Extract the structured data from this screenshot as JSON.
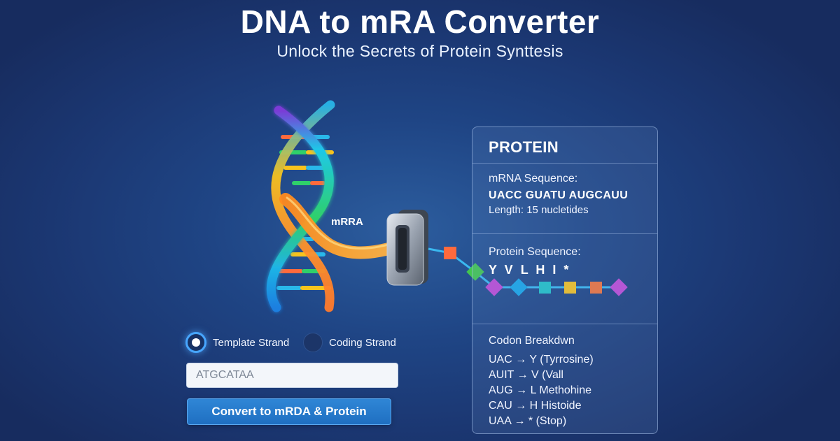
{
  "header": {
    "title": "DNA to mRA Converter",
    "subtitle": "Unlock the Secrets of Protein Synttesis"
  },
  "illustration": {
    "mrna_label": "mRRA"
  },
  "strand_options": [
    {
      "label": "Template Strand",
      "selected": true
    },
    {
      "label": "Coding Strand",
      "selected": false
    }
  ],
  "input": {
    "value": "ATGCATAA"
  },
  "convert_button": {
    "label": "Convert to mRDA & Protein"
  },
  "protein_panel": {
    "title": "PROTEIN",
    "mrna_heading": "mRNA Sequence:",
    "mrna_sequence": "UACC GUATU AUGCAUU",
    "length_text": "Length: 15 nucletides",
    "protein_heading": "Protein Sequence:",
    "protein_sequence": "Y V L H I *",
    "codon_heading": "Codon Breakdwn",
    "codons": [
      "UAC → Y (Tyrrosine)",
      "AUIT → V (Vall",
      "AUG → L Methohine",
      "CAU → H Histoide",
      "UAA → * (Stop)"
    ]
  },
  "colors": {
    "accent_blue": "#2f86d6",
    "background": "#1f4585",
    "bead_colors": [
      "#ff6a3d",
      "#43c64f",
      "#c04ad6",
      "#19a6e8",
      "#22c1c8",
      "#f7c31e",
      "#f2733a",
      "#c04ad6"
    ]
  }
}
